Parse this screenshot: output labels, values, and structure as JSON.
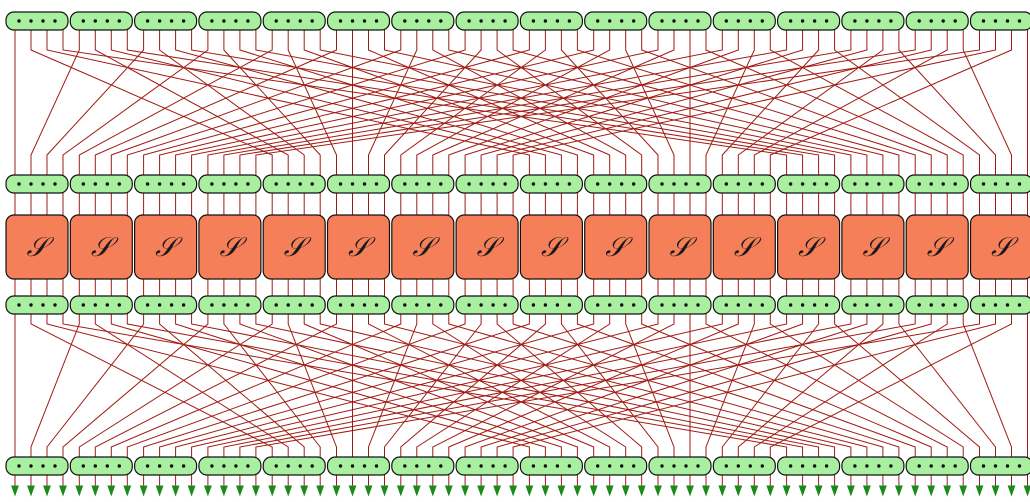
{
  "diagram": {
    "state_width": 64,
    "nibble_count": 16,
    "sbox_label": "𝒮",
    "permutation": "p(i) = 16*(i mod 4) + floor(i/4)",
    "colors": {
      "register_fill": "#a8f0a0",
      "sbox_fill": "#f47f58",
      "wire": "#a01a12",
      "arrow": "#1b8a1b",
      "outline": "#111111"
    },
    "rows": [
      {
        "id": "input-register",
        "kind": "register"
      },
      {
        "id": "permutation-top",
        "kind": "wiring"
      },
      {
        "id": "pre-sbox-register",
        "kind": "register"
      },
      {
        "id": "sbox-layer",
        "kind": "sbox"
      },
      {
        "id": "post-sbox-register",
        "kind": "register"
      },
      {
        "id": "permutation-bottom",
        "kind": "wiring"
      },
      {
        "id": "output-register",
        "kind": "register"
      },
      {
        "id": "output-arrows",
        "kind": "arrows"
      }
    ]
  }
}
